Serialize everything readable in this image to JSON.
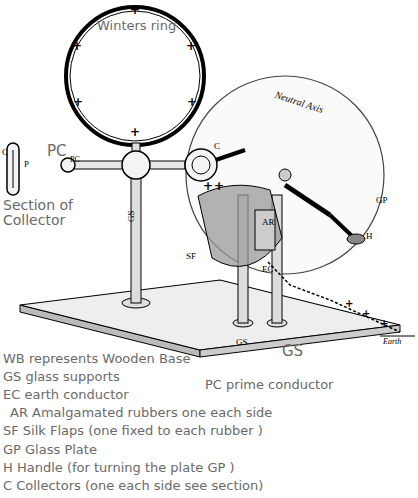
{
  "diagram": {
    "nodes": [
      {
        "text": [
          "Winters ring"
        ]
      },
      {
        "text": [
          "Neutral Axis"
        ]
      }
    ],
    "labels": [
      "PC",
      "PC",
      "C",
      "P",
      "Section of Collector",
      "GS",
      "C",
      "SF",
      "AR",
      "EC",
      "H",
      "GP",
      "GS",
      "GS",
      "Earth",
      "WB represents Wooden Base",
      "GS glass supports",
      "PC prime conductor",
      "EC earth conductor",
      "AR Amalgamated rubbers one each side",
      "SF Silk Flaps (one fixed to each rubber )",
      "GP Glass Plate",
      "H Handle (for turning the plate GP )",
      "C Collectors (one each side see section)",
      "+",
      "+",
      "+",
      "+",
      "+",
      "+",
      "+",
      "+",
      "+",
      "+",
      "+"
    ]
  }
}
